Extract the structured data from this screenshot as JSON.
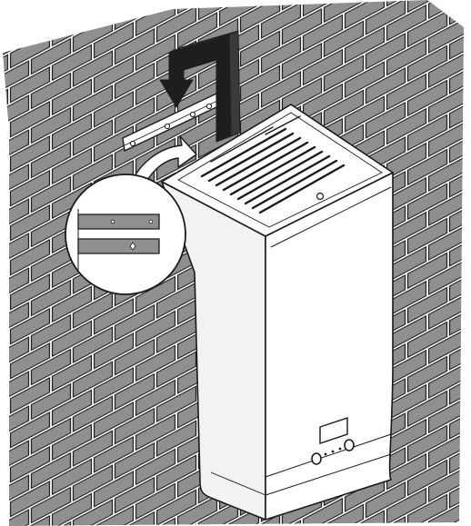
{
  "illustration": {
    "subject": "wall-mounted-unit-installation",
    "elements": [
      "brick-wall",
      "wall-mounting-bracket",
      "hanging-direction-arrow",
      "detail-callout-arrow",
      "bracket-detail-magnifier",
      "appliance-housing",
      "ventilation-grille",
      "display-window",
      "control-buttons"
    ],
    "colors": {
      "brick_fill": "#8f8f8f",
      "mortar": "#ffffff",
      "outline": "#1a1a1a",
      "arrow_fill": "#1e1e1e",
      "housing_fill": "#ffffff",
      "housing_shade": "#f2f2f2"
    }
  }
}
